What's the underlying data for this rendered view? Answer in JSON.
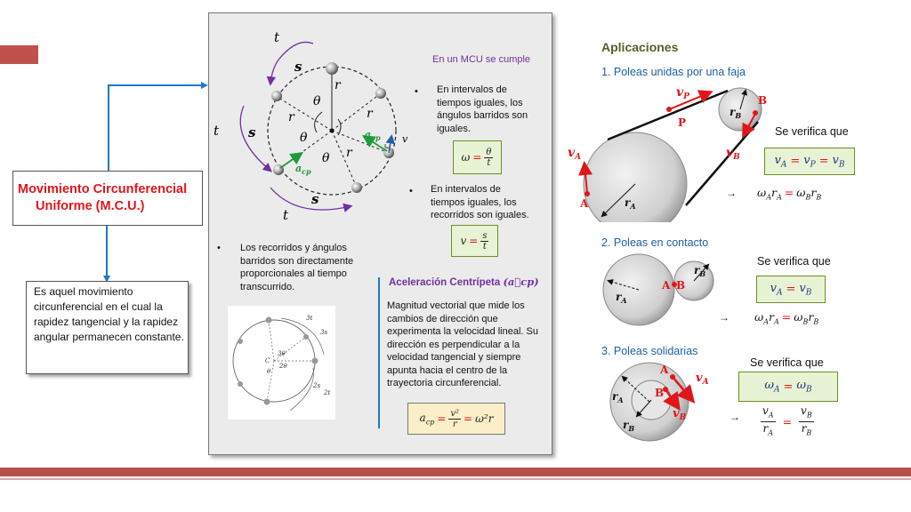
{
  "left": {
    "mcu_title_line1": "Movimiento Circunferencial",
    "mcu_title_line2": "Uniforme (M.C.U.)",
    "definition": "Es aquel movimiento circunferencial en el cual la rapidez tangencial y la rapidez angular permanecen constante."
  },
  "diagram": {
    "t": "t",
    "s": "s",
    "r": "r",
    "theta": "θ",
    "acp": "a",
    "acp_sub": "cp",
    "v": "v"
  },
  "center": {
    "mcu_heading": "En un MCU se cumple",
    "bullet1": "En intervalos de tiempos iguales, los ángulos barridos son iguales.",
    "bullet2": "En intervalos de tiempos iguales, los recorridos son iguales.",
    "bullet3": "Los recorridos y ángulos barridos son directamente proporcionales al tiempo transcurrido.",
    "formula_omega_lhs": "ω",
    "formula_omega_num": "θ",
    "formula_omega_den": "t",
    "formula_v_lhs": "v",
    "formula_v_num": "s",
    "formula_v_den": "t",
    "eq_sign": "=",
    "acp_heading": "Aceleración Centrípeta",
    "acp_heading_symbol": "(a⃗cp)",
    "acp_text": "Magnitud vectorial que mide los cambios de dirección que experimenta la velocidad lineal. Su dirección es perpendicular a la velocidad tangencial y siempre apunta hacia el centro de la trayectoria circunferencial.",
    "acp_formula_lhs": "a",
    "acp_formula_lhs_sub": "cp",
    "acp_formula_num": "v²",
    "acp_formula_den": "r",
    "acp_formula_rhs": "ω²r"
  },
  "sketch": {
    "labels": [
      "3t",
      "3s",
      "2s",
      "2t",
      "3θ",
      "2θ",
      "θ",
      "C"
    ]
  },
  "apps": {
    "title": "Aplicaciones",
    "p1_title": "1. Poleas unidas por una faja",
    "p2_title": "2. Poleas en contacto",
    "p3_title": "3. Poleas solidarias",
    "verifica": "Se verifica que",
    "arrow": "→",
    "p1_box": "v_A = v_P = v_B",
    "p1_box_parts": [
      "v",
      "A",
      "v",
      "P",
      "v",
      "B"
    ],
    "p1_rel": [
      "ω",
      "A",
      "r",
      "A",
      "ω",
      "B",
      "r",
      "B"
    ],
    "p2_box_parts": [
      "v",
      "A",
      "v",
      "B"
    ],
    "p2_rel": [
      "ω",
      "A",
      "r",
      "A",
      "ω",
      "B",
      "r",
      "B"
    ],
    "p3_box_parts": [
      "ω",
      "A",
      "ω",
      "B"
    ],
    "p3_rel": [
      "v",
      "A",
      "r",
      "A",
      "v",
      "B",
      "r",
      "B"
    ],
    "labels": {
      "A": "A",
      "B": "B",
      "P": "P",
      "vA": "v",
      "vB": "v",
      "vP": "v",
      "subA": "A",
      "subB": "B",
      "subP": "P",
      "r": "r"
    }
  },
  "colors": {
    "accent": "#c0504d",
    "title_red": "#e0161b",
    "purple": "#7030a0",
    "green_arrow": "#1e9b3b",
    "blue_text": "#1f5fa8",
    "app_title": "#4f6228"
  }
}
